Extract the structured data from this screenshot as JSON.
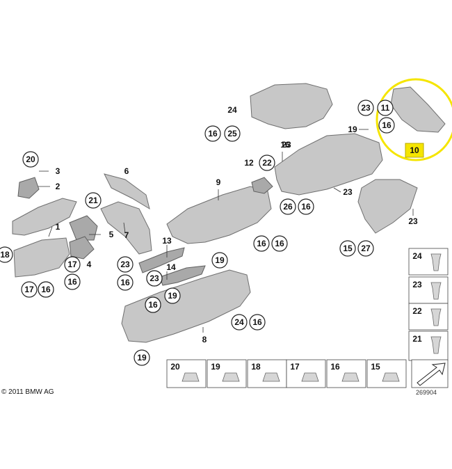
{
  "footer": {
    "copyright": "© 2011 BMW AG",
    "drawing_number": "269904"
  },
  "highlight_color": "#f5e500",
  "callouts": [
    "20",
    "3",
    "2",
    "1",
    "18",
    "17",
    "16",
    "4",
    "16",
    "17",
    "16",
    "21",
    "5",
    "7",
    "6",
    "23",
    "16",
    "9",
    "12",
    "22",
    "13",
    "23",
    "16",
    "14",
    "23",
    "16",
    "19",
    "16",
    "19",
    "24",
    "16",
    "8",
    "19",
    "24",
    "16",
    "25",
    "16",
    "23",
    "11",
    "19",
    "16",
    "10",
    "23",
    "27",
    "15",
    "23",
    "16",
    "26",
    "16",
    "23"
  ],
  "legend": {
    "right_column": [
      "24",
      "23",
      "22",
      "21"
    ],
    "bottom_row": [
      "20",
      "19",
      "18",
      "17",
      "16",
      "15"
    ]
  }
}
